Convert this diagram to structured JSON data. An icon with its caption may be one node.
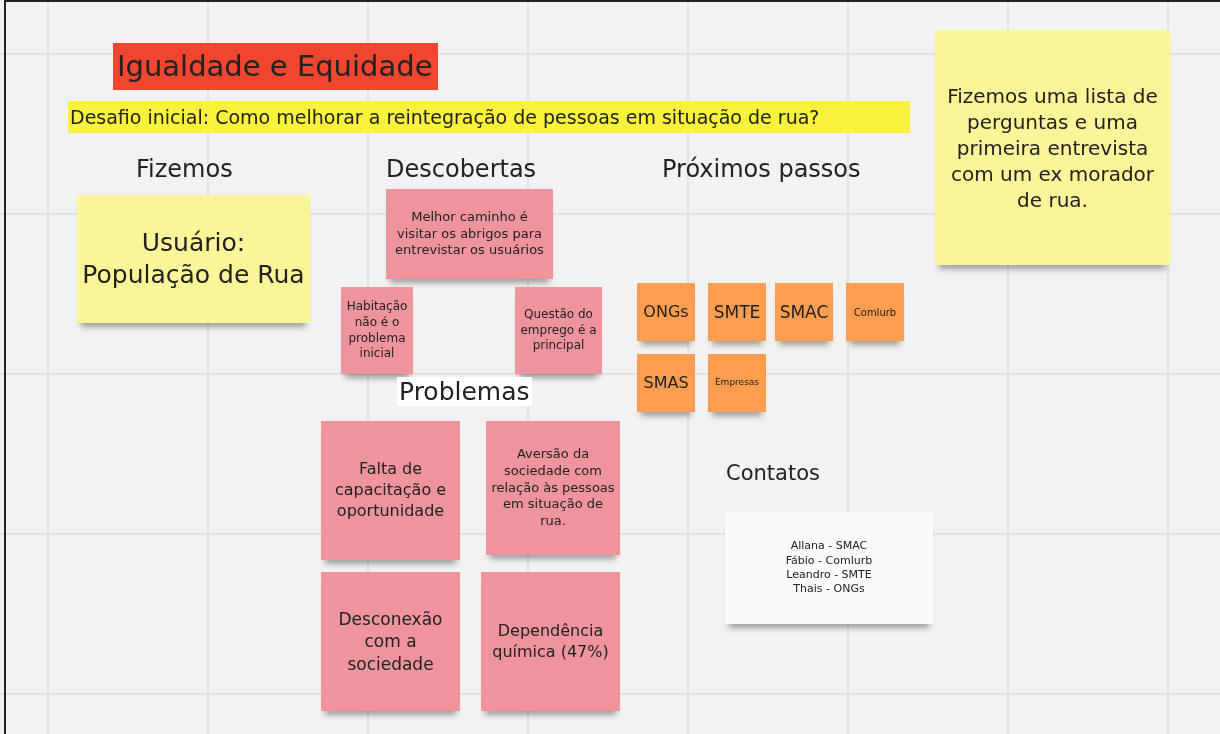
{
  "diagram": {
    "title": "Igualdade e Equidade",
    "nodes": [
      {
        "text": [
          "Desafio inicial: Como melhorar a reintegração de pessoas em situação de rua?"
        ]
      },
      {
        "text": [
          "Usuário: População de Rua"
        ]
      },
      {
        "text": [
          "Fizemos uma lista de perguntas e uma primeira entrevista com um ex morador de rua."
        ]
      },
      {
        "text": [
          "Melhor caminho é visitar os abrigos para entrevistar os usuários"
        ]
      },
      {
        "text": [
          "Habitação não é o problema inicial"
        ]
      },
      {
        "text": [
          "Questão do emprego é a principal"
        ]
      },
      {
        "text": [
          "ONGs"
        ]
      },
      {
        "text": [
          "SMTE"
        ]
      },
      {
        "text": [
          "SMAC"
        ]
      },
      {
        "text": [
          "Comlurb"
        ]
      },
      {
        "text": [
          "SMAS"
        ]
      },
      {
        "text": [
          "Empresas"
        ]
      },
      {
        "text": [
          "Falta de capacitação e oportunidade"
        ]
      },
      {
        "text": [
          "Aversão da sociedade com relação às pessoas em situação de rua."
        ]
      },
      {
        "text": [
          "Desconexão com a sociedade"
        ]
      },
      {
        "text": [
          "Dependência química (47%)"
        ]
      },
      {
        "text": [
          "Allana - SMAC",
          "Fábio - Comlurb",
          "Leandro - SMTE",
          "Thais - ONGs"
        ]
      }
    ],
    "labels": [
      "Fizemos",
      "Descobertas",
      "Próximos passos",
      "Problemas",
      "Contatos"
    ]
  }
}
